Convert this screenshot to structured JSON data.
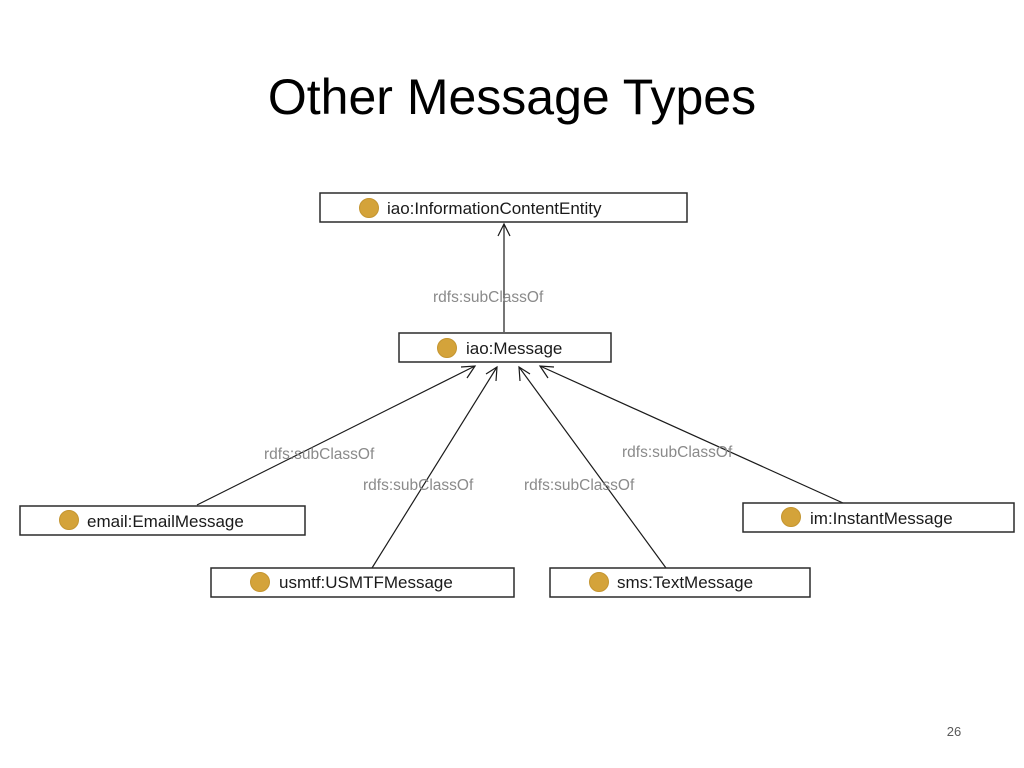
{
  "slide": {
    "title": "Other Message Types",
    "page_number": "26"
  },
  "diagram": {
    "nodes": {
      "information_content_entity": "iao:InformationContentEntity",
      "message": "iao:Message",
      "email_message": "email:EmailMessage",
      "usmtf_message": "usmtf:USMTFMessage",
      "text_message": "sms:TextMessage",
      "instant_message": "im:InstantMessage"
    },
    "edges": {
      "message_to_ice": "rdfs:subClassOf",
      "email_to_message": "rdfs:subClassOf",
      "usmtf_to_message": "rdfs:subClassOf",
      "sms_to_message": "rdfs:subClassOf",
      "im_to_message": "rdfs:subClassOf"
    },
    "colors": {
      "class_icon": "#d4a33a",
      "edge_label": "#8a8a8a"
    },
    "icon": "owl-class-icon"
  }
}
